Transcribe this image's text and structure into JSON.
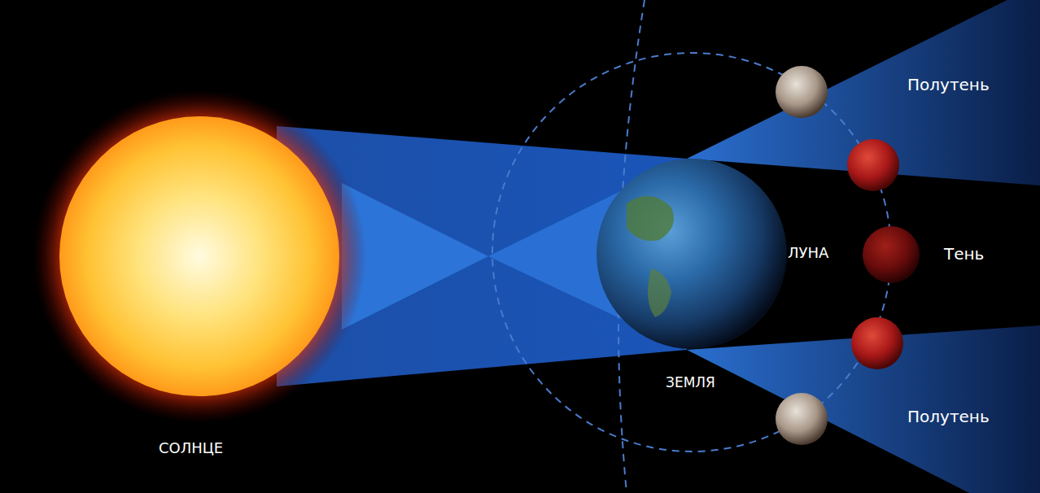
{
  "diagram": {
    "labels": [
      "Полутень",
      "ЛУНА",
      "Тень",
      "ЗЕМЛЯ",
      "Полутень",
      "СОЛНЦЕ"
    ]
  }
}
